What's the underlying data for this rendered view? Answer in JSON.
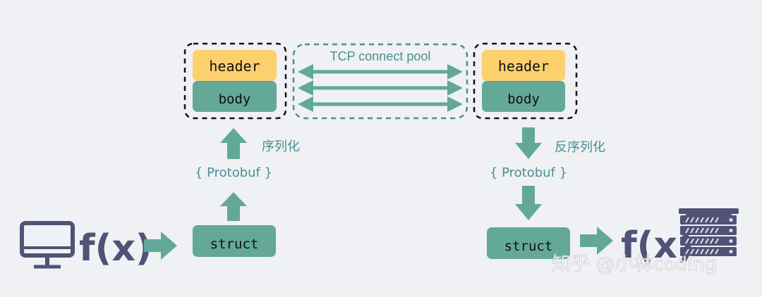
{
  "diagram": {
    "client": {
      "header_label": "header",
      "body_label": "body",
      "serialize_label": "序列化",
      "protobuf_label": "{ Protobuf }",
      "struct_label": "struct",
      "function_label": "f(x)"
    },
    "server": {
      "header_label": "header",
      "body_label": "body",
      "deserialize_label": "反序列化",
      "protobuf_label": "{ Protobuf }",
      "struct_label": "struct",
      "function_label": "f(x)"
    },
    "pool": {
      "label": "TCP connect pool",
      "connection_count": 3
    },
    "watermark": "知乎 @小林coding",
    "icons": {
      "client": "monitor-icon",
      "server": "server-rack-icon"
    },
    "colors": {
      "background": "#eff1f4",
      "header_fill": "#fdd06e",
      "body_fill": "#64a898",
      "arrow": "#63a897",
      "pool_border": "#4a8f92",
      "icon": "#505277"
    }
  }
}
